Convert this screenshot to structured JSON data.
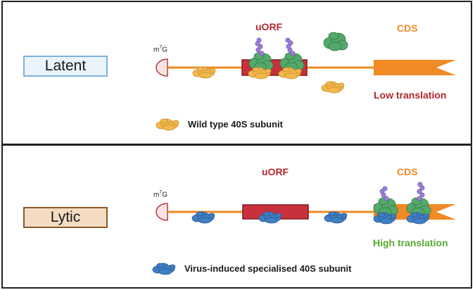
{
  "panels": {
    "top": {
      "state_label": "Latent",
      "cap_label": "G",
      "cap_prefix": "m",
      "cap_superscript": "7",
      "uorf_label": "uORF",
      "cds_label": "CDS",
      "translation_label": "Low  translation",
      "legend_label": "Wild type 40S subunit"
    },
    "bottom": {
      "state_label": "Lytic",
      "cap_label": "G",
      "cap_prefix": "m",
      "cap_superscript": "7",
      "uorf_label": "uORF",
      "cds_label": "CDS",
      "translation_label": "High translation",
      "legend_label": "Virus-induced specialised 40S subunit"
    }
  },
  "colors": {
    "mrna": "#f08a24",
    "uorf_fill": "#c8313b",
    "uorf_stroke": "#7d1a20",
    "cds_fill": "#f08a24",
    "wild_type_40s": "#f2b84e",
    "specialised_40s": "#3f7fc4",
    "ribosome_60s": "#54a86a",
    "nascent_peptide": "#9a7fd6",
    "cap_fill": "#fbe3e3",
    "cap_stroke": "#b04040"
  }
}
